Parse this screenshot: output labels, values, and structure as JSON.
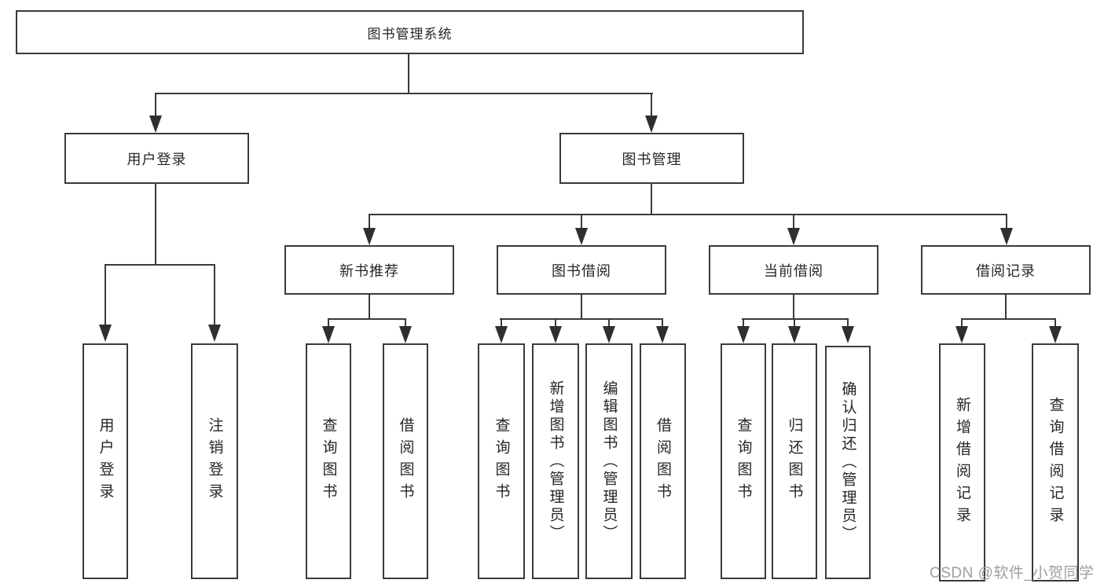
{
  "nodes": {
    "root": "图书管理系统",
    "user_login": "用户登录",
    "book_management": "图书管理",
    "new_book_recommend": "新书推荐",
    "book_borrow": "图书借阅",
    "current_borrow": "当前借阅",
    "borrow_records": "借阅记录",
    "leaves": {
      "user_login": [
        "用户登录",
        "注销登录"
      ],
      "new_book_recommend": [
        "查询图书",
        "借阅图书"
      ],
      "book_borrow": [
        "查询图书",
        "新增图书（管理员）",
        "编辑图书（管理员）",
        "借阅图书"
      ],
      "current_borrow": [
        "查询图书",
        "归还图书",
        "确认归还（管理员）"
      ],
      "borrow_records": [
        "新增借阅记录",
        "查询借阅记录"
      ]
    }
  },
  "watermark": "CSDN @软件_小贺同学",
  "colors": {
    "line": "#3a3a3a",
    "text": "#2a2a2a",
    "watermark": "#9e9e9e",
    "background": "#ffffff"
  }
}
